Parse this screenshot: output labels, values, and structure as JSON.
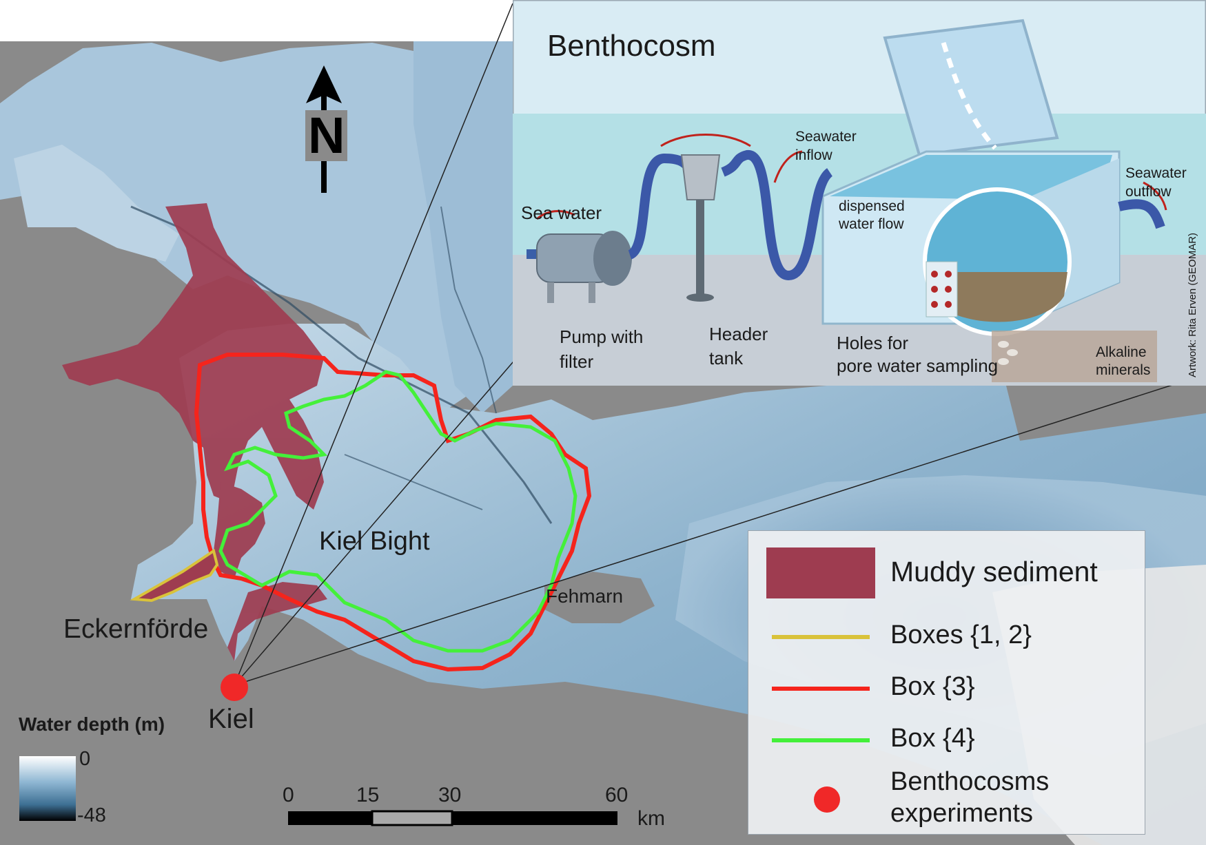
{
  "colors": {
    "land": "#8a8a8a",
    "muddy_sediment": "#9e3c50",
    "boxes_1_2": "#d9c23a",
    "box_3": "#f5241c",
    "box_4": "#44f03a",
    "benthocosm_marker": "#f02828"
  },
  "map": {
    "north_label": "N",
    "place_labels": {
      "kiel_bight": "Kiel Bight",
      "eckernfoerde": "Eckernförde",
      "fehmarn": "Fehmarn",
      "kiel": "Kiel"
    }
  },
  "depth_legend": {
    "title": "Water depth (m)",
    "max_label": "0",
    "min_label": "-48"
  },
  "scale_bar": {
    "ticks": [
      "0",
      "15",
      "30",
      "60"
    ],
    "unit": "km"
  },
  "legend": {
    "items": [
      {
        "label": "Muddy sediment",
        "symbol": "filled-rectangle"
      },
      {
        "label": "Boxes {1, 2}",
        "symbol": "yellow-line"
      },
      {
        "label": "Box {3}",
        "symbol": "red-line"
      },
      {
        "label": "Box {4}",
        "symbol": "green-line"
      },
      {
        "label": "Benthocosms experiments",
        "line1": "Benthocosms",
        "line2": "experiments",
        "symbol": "red-dot"
      }
    ]
  },
  "inset": {
    "title": "Benthocosm",
    "labels": {
      "sea_water": "Sea water",
      "pump_line1": "Pump with",
      "pump_line2": "filter",
      "header_line1": "Header",
      "header_line2": "tank",
      "inflow_line1": "Seawater",
      "inflow_line2": "inflow",
      "dispensed_line1": "dispensed",
      "dispensed_line2": "water flow",
      "holes_line1": "Holes for",
      "holes_line2": "pore water sampling",
      "outflow_line1": "Seawater",
      "outflow_line2": "outflow",
      "alkaline_line1": "Alkaline",
      "alkaline_line2": "minerals",
      "credit": "Artwork: Rita Erven (GEOMAR)"
    }
  }
}
